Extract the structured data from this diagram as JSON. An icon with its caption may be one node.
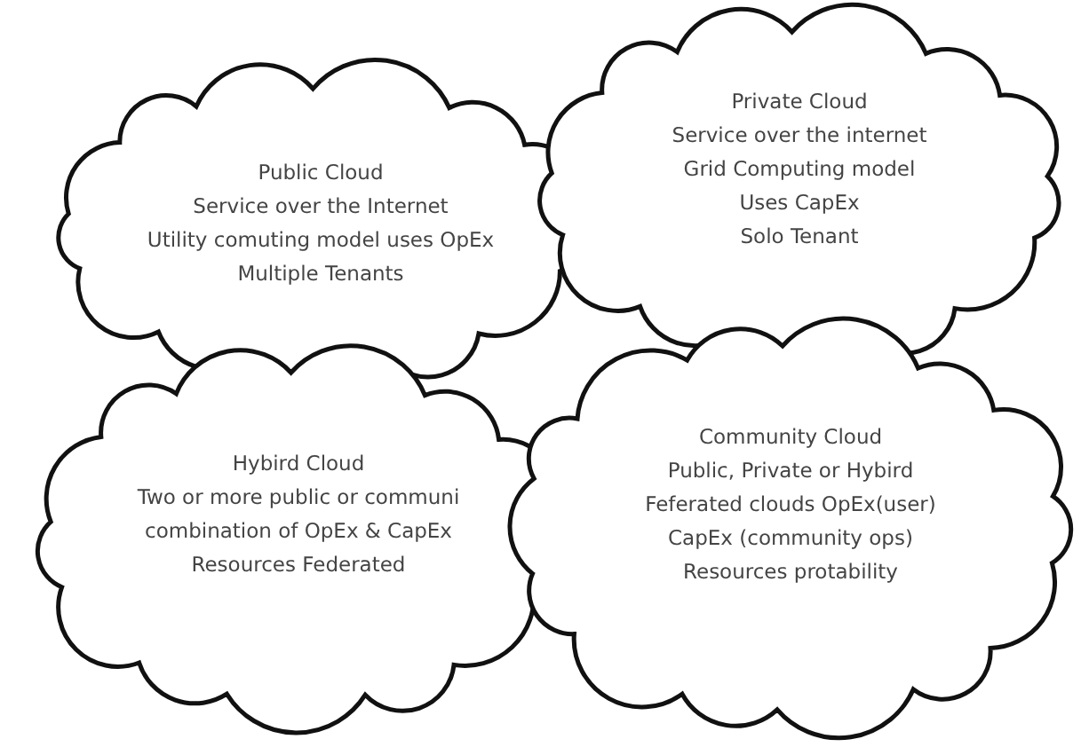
{
  "diagram": {
    "nodes": [
      {
        "text": [
          "Public Cloud",
          "Service over the Internet",
          "Utility comuting model uses OpEx",
          "Multiple Tenants"
        ]
      },
      {
        "text": [
          "Private Cloud",
          "Service over the internet",
          "Grid Computing model",
          "Uses CapEx",
          "Solo Tenant"
        ]
      },
      {
        "text": [
          "Hybird Cloud",
          "Two or more public or communi",
          "combination of OpEx & CapEx",
          "Resources Federated"
        ]
      },
      {
        "text": [
          "Community Cloud",
          "Public, Private or Hybird",
          "Feferated clouds OpEx(user)",
          "CapEx (community ops)",
          "Resources protability"
        ]
      }
    ],
    "edges": []
  }
}
